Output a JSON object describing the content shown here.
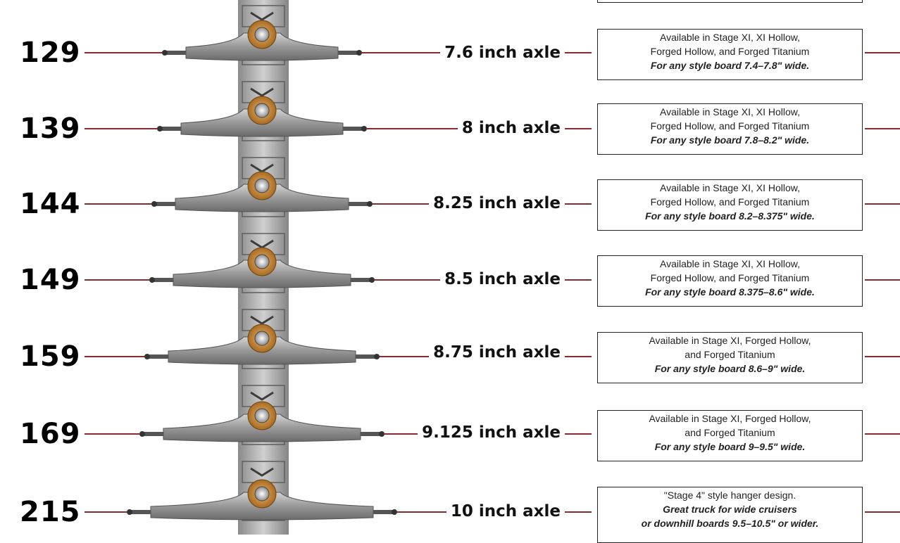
{
  "rows": [
    {
      "size": "129",
      "axle": "7.6 inch axle",
      "info": [
        "Available in Stage XI, XI Hollow,",
        "Forged Hollow, and Forged Titanium"
      ],
      "info_em": [
        "For any style board 7.4–7.8\" wide."
      ]
    },
    {
      "size": "139",
      "axle": "8 inch axle",
      "info": [
        "Available in Stage XI, XI Hollow,",
        "Forged Hollow, and Forged Titanium"
      ],
      "info_em": [
        "For any style board 7.8–8.2\" wide."
      ]
    },
    {
      "size": "144",
      "axle": "8.25 inch axle",
      "info": [
        "Available in Stage XI, XI Hollow,",
        "Forged Hollow, and Forged Titanium"
      ],
      "info_em": [
        "For any style board 8.2–8.375\" wide."
      ]
    },
    {
      "size": "149",
      "axle": "8.5 inch axle",
      "info": [
        "Available in Stage XI, XI Hollow,",
        "Forged Hollow, and Forged Titanium"
      ],
      "info_em": [
        "For any style board 8.375–8.6\" wide."
      ]
    },
    {
      "size": "159",
      "axle": "8.75 inch axle",
      "info": [
        "Available in Stage XI, Forged Hollow,",
        "and Forged Titanium"
      ],
      "info_em": [
        "For any style board 8.6–9\" wide."
      ]
    },
    {
      "size": "169",
      "axle": "9.125 inch axle",
      "info": [
        "Available in Stage XI, Forged Hollow,",
        "and Forged Titanium"
      ],
      "info_em": [
        "For any style board 9–9.5\" wide."
      ]
    },
    {
      "size": "215",
      "axle": "10 inch axle",
      "info": [
        "\"Stage 4\" style hanger design."
      ],
      "info_em": [
        "Great truck for wide cruisers",
        "or downhill boards 9.5–10.5\" or wider."
      ]
    }
  ],
  "colors": {
    "leader_line": "#8b2a2e",
    "hanger": "#9a9a9a",
    "bushing": "#c98a3a",
    "box_border": "#222222"
  }
}
